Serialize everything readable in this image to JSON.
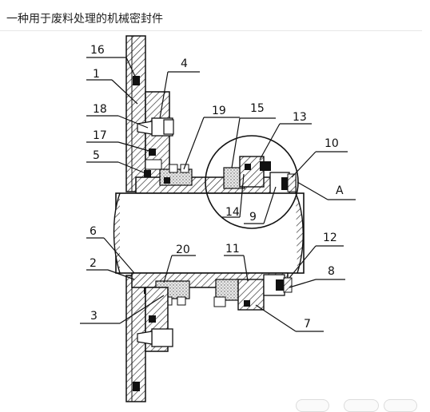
{
  "page": {
    "title": "一种用于废料处理的机械密封件"
  },
  "figure": {
    "part_labels": [
      "16",
      "4",
      "1",
      "18",
      "19",
      "15",
      "13",
      "17",
      "10",
      "5",
      "A",
      "14",
      "9",
      "6",
      "12",
      "20",
      "11",
      "2",
      "8",
      "3",
      "7"
    ]
  },
  "colors": {
    "line": "#111111",
    "hatch": "#333333",
    "text": "#222222"
  }
}
